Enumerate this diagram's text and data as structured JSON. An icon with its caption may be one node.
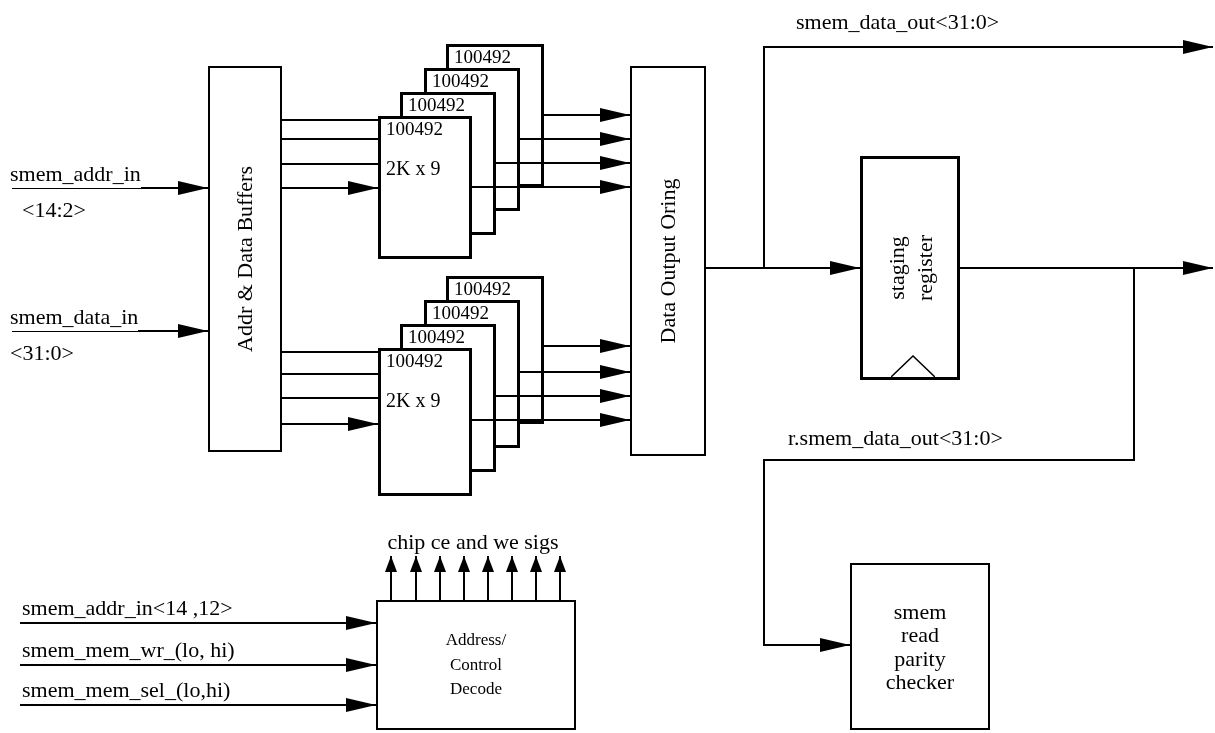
{
  "diagram": {
    "nodes": [
      {
        "text": [
          "Addr & Data Buffers"
        ]
      },
      {
        "text": [
          "100492",
          "100492",
          "100492",
          "100492",
          "2K x 9"
        ]
      },
      {
        "text": [
          "100492",
          "100492",
          "100492",
          "100492",
          "2K x 9"
        ]
      },
      {
        "text": [
          "Data Output Oring"
        ]
      },
      {
        "text": [
          "staging register"
        ]
      },
      {
        "text": [
          "Address/ Control Decode"
        ]
      },
      {
        "text": [
          "smem read parity checker"
        ]
      },
      {
        "text": [
          "chip ce and we sigs"
        ]
      }
    ],
    "edges": [
      {
        "from": null,
        "to": 0,
        "arrow": "to",
        "label": "smem_addr_in"
      },
      {
        "from": null,
        "to": 0,
        "arrow": "to",
        "label": "smem_data_in"
      },
      {
        "from": 0,
        "to": 1,
        "arrow": "none"
      },
      {
        "from": 0,
        "to": 1,
        "arrow": "none"
      },
      {
        "from": 0,
        "to": 1,
        "arrow": "none"
      },
      {
        "from": 0,
        "to": 1,
        "arrow": "to"
      },
      {
        "from": 0,
        "to": 2,
        "arrow": "none"
      },
      {
        "from": 0,
        "to": 2,
        "arrow": "none"
      },
      {
        "from": 0,
        "to": 2,
        "arrow": "none"
      },
      {
        "from": 0,
        "to": 2,
        "arrow": "to"
      },
      {
        "from": 1,
        "to": 3,
        "arrow": "to"
      },
      {
        "from": 1,
        "to": 3,
        "arrow": "to"
      },
      {
        "from": 1,
        "to": 3,
        "arrow": "to"
      },
      {
        "from": 1,
        "to": 3,
        "arrow": "to"
      },
      {
        "from": 2,
        "to": 3,
        "arrow": "to"
      },
      {
        "from": 2,
        "to": 3,
        "arrow": "to"
      },
      {
        "from": 2,
        "to": 3,
        "arrow": "to"
      },
      {
        "from": 2,
        "to": 3,
        "arrow": "to"
      },
      {
        "from": 3,
        "to": 4,
        "arrow": "to"
      },
      {
        "from": 3,
        "to": null,
        "arrow": "to",
        "label": "smem_data_out<31:0>"
      },
      {
        "from": 4,
        "to": null,
        "arrow": "to"
      },
      {
        "from": 4,
        "to": 6,
        "arrow": "to",
        "label": "r.smem_data_out<31:0>"
      },
      {
        "from": null,
        "to": 5,
        "arrow": "to",
        "label": "smem_addr_in<14 ,12>"
      },
      {
        "from": null,
        "to": 5,
        "arrow": "to",
        "label": "smem_mem_wr_(lo, hi)"
      },
      {
        "from": null,
        "to": 5,
        "arrow": "to",
        "label": "smem_mem_sel_(lo,hi)"
      },
      {
        "from": 5,
        "to": 7,
        "arrow": "to"
      },
      {
        "from": 5,
        "to": 7,
        "arrow": "to"
      },
      {
        "from": 5,
        "to": 7,
        "arrow": "to"
      },
      {
        "from": 5,
        "to": 7,
        "arrow": "to"
      },
      {
        "from": 5,
        "to": 7,
        "arrow": "to"
      },
      {
        "from": 5,
        "to": 7,
        "arrow": "to"
      },
      {
        "from": 5,
        "to": 7,
        "arrow": "to"
      },
      {
        "from": 5,
        "to": 7,
        "arrow": "to"
      }
    ],
    "labels": [
      "<14:2>",
      "<31:0>"
    ]
  }
}
